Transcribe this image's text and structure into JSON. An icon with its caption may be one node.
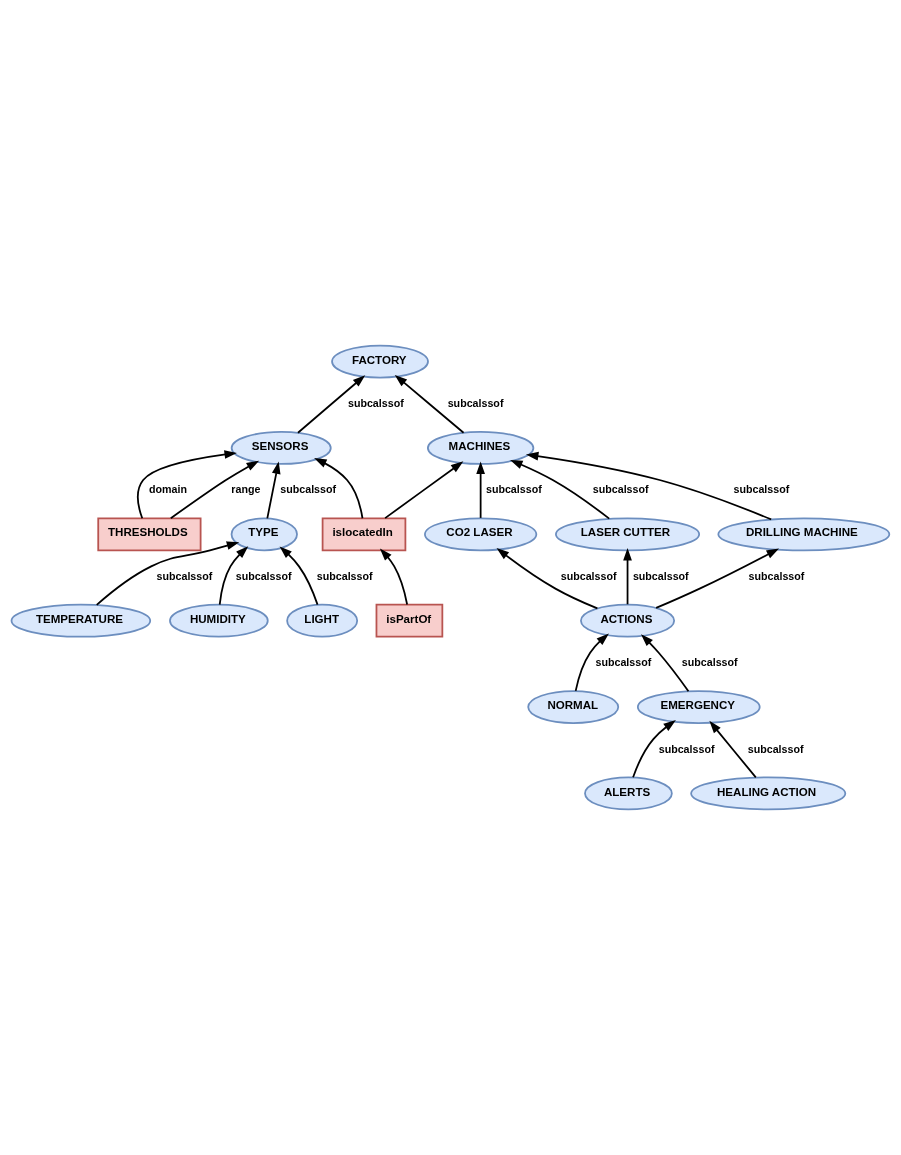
{
  "diagram": {
    "nodes": [
      {
        "text": [
          "FACTORY"
        ]
      },
      {
        "text": [
          "MACHINES"
        ]
      },
      {
        "text": [
          "SENSORS"
        ]
      },
      {
        "text": [
          "THRESHOLDS"
        ]
      },
      {
        "text": [
          "islocatedIn"
        ]
      },
      {
        "text": [
          "CO2 LASER"
        ]
      },
      {
        "text": [
          "LASER CUTTER"
        ]
      },
      {
        "text": [
          "DRILLING MACHINE"
        ]
      },
      {
        "text": [
          "isPartOf"
        ]
      },
      {
        "text": [
          "TYPE"
        ]
      },
      {
        "text": [
          "ACTIONS"
        ]
      },
      {
        "text": [
          "TEMPERATURE"
        ]
      },
      {
        "text": [
          "HUMIDITY"
        ]
      },
      {
        "text": [
          "LIGHT"
        ]
      },
      {
        "text": [
          "NORMAL"
        ]
      },
      {
        "text": [
          "EMERGENCY"
        ]
      },
      {
        "text": [
          "ALERTS"
        ]
      },
      {
        "text": [
          "HEALING ACTION"
        ]
      }
    ],
    "edges": [
      {
        "from": 1,
        "to": 0,
        "arrow": "to",
        "label": "subcalssof"
      },
      {
        "from": 2,
        "to": 0,
        "arrow": "to",
        "label": "subcalssof"
      },
      {
        "from": 3,
        "to": 2,
        "arrow": "to",
        "label": "domain"
      },
      {
        "from": 3,
        "to": 2,
        "arrow": "to",
        "label": "range"
      },
      {
        "from": 5,
        "to": 1,
        "arrow": "to",
        "label": "subcalssof"
      },
      {
        "from": 6,
        "to": 1,
        "arrow": "to",
        "label": "subcalssof"
      },
      {
        "from": 7,
        "to": 1,
        "arrow": "to",
        "label": "subcalssof"
      },
      {
        "from": 4,
        "to": 1,
        "arrow": "to"
      },
      {
        "from": 4,
        "to": 2,
        "arrow": "to"
      },
      {
        "from": 8,
        "to": 4,
        "arrow": "to"
      },
      {
        "from": 9,
        "to": 2,
        "arrow": "to",
        "label": "subcalssof"
      },
      {
        "from": 10,
        "to": 5,
        "arrow": "to",
        "label": "subcalssof"
      },
      {
        "from": 10,
        "to": 6,
        "arrow": "to",
        "label": "subcalssof"
      },
      {
        "from": 10,
        "to": 7,
        "arrow": "to",
        "label": "subcalssof"
      },
      {
        "from": 11,
        "to": 9,
        "arrow": "to",
        "label": "subcalssof"
      },
      {
        "from": 12,
        "to": 9,
        "arrow": "to",
        "label": "subcalssof"
      },
      {
        "from": 13,
        "to": 9,
        "arrow": "to",
        "label": "subcalssof"
      },
      {
        "from": 14,
        "to": 10,
        "arrow": "to",
        "label": "subcalssof"
      },
      {
        "from": 15,
        "to": 10,
        "arrow": "to",
        "label": "subcalssof"
      },
      {
        "from": 16,
        "to": 15,
        "arrow": "to",
        "label": "subcalssof"
      },
      {
        "from": 17,
        "to": 15,
        "arrow": "to",
        "label": "subcalssof"
      }
    ]
  }
}
